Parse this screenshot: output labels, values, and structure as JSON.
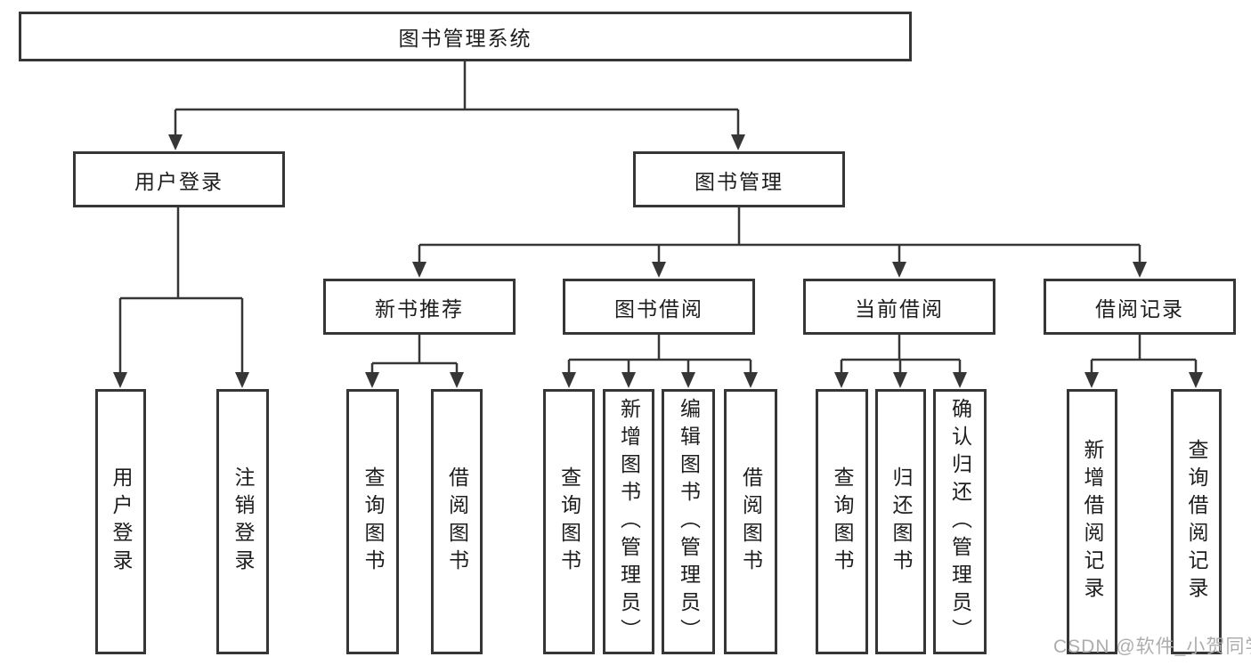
{
  "diagram_type": "hierarchy-tree",
  "tree": {
    "label": "图书管理系统",
    "children": [
      {
        "label": "用户登录",
        "children": [
          {
            "label": "用户登录"
          },
          {
            "label": "注销登录"
          }
        ]
      },
      {
        "label": "图书管理",
        "children": [
          {
            "label": "新书推荐",
            "children": [
              {
                "label": "查询图书"
              },
              {
                "label": "借阅图书"
              }
            ]
          },
          {
            "label": "图书借阅",
            "children": [
              {
                "label": "查询图书"
              },
              {
                "label": "新增图书（管理员）"
              },
              {
                "label": "编辑图书（管理员）"
              },
              {
                "label": "借阅图书"
              }
            ]
          },
          {
            "label": "当前借阅",
            "children": [
              {
                "label": "查询图书"
              },
              {
                "label": "归还图书"
              },
              {
                "label": "确认归还（管理员）"
              }
            ]
          },
          {
            "label": "借阅记录",
            "children": [
              {
                "label": "新增借阅记录"
              },
              {
                "label": "查询借阅记录"
              }
            ]
          }
        ]
      }
    ]
  },
  "watermark": {
    "text": "CSDN @软件_小贺同学"
  },
  "colors": {
    "line": "#363636",
    "text": "#1d1d1d",
    "background": "#ffffff",
    "watermark": "#adadad"
  }
}
